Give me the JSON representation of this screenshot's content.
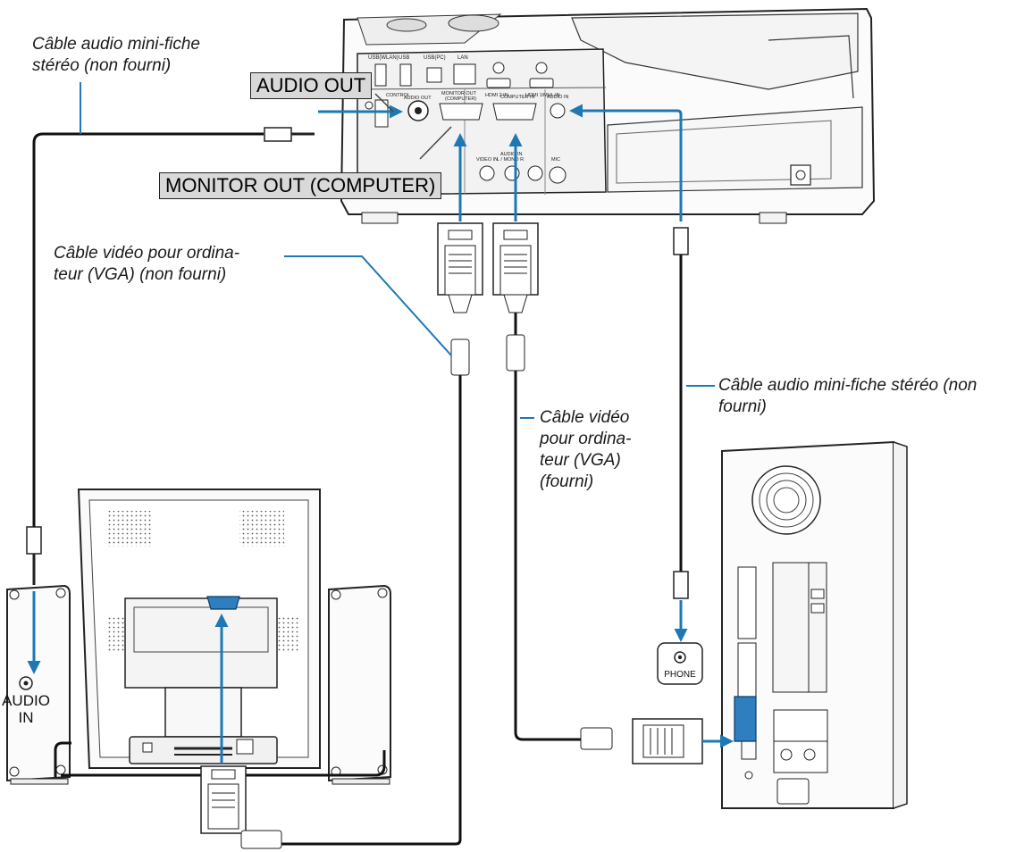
{
  "tags": {
    "audio_out": "AUDIO OUT",
    "monitor_out": "MONITOR OUT (COMPUTER)"
  },
  "callouts": {
    "audio_cable_left": [
      "Câble audio mini-fiche",
      "stéréo (non fourni)"
    ],
    "vga_cable_left": [
      "Câble vidéo pour ordina-",
      "teur (VGA) (non fourni)"
    ],
    "audio_cable_right": [
      "Câble audio mini-fiche stéréo (non",
      "fourni)"
    ],
    "vga_cable_center": [
      "Câble vidéo",
      "pour ordina-",
      "teur (VGA)",
      "(fourni)"
    ]
  },
  "projector_ports": {
    "usb_wlan": "USB(WLAN)",
    "usb": "USB",
    "usb_pc": "USB(PC)",
    "lan": "LAN",
    "hdmi2": "HDMI 2 IN",
    "hdmi1": "HDMI 1/MHL IN",
    "control": "CONTROL",
    "audio_out": "AUDIO OUT",
    "monitor_out_1": "MONITOR OUT",
    "monitor_out_2": "(COMPUTER)",
    "computer_in": "COMPUTER IN",
    "audio_in": "AUDIO IN",
    "audio_in_2": "AUDIO IN",
    "l_mono_r": "L / MONO  R",
    "video_in": "VIDEO IN",
    "mic": "MIC"
  },
  "speaker": {
    "port_label_1": "AUDIO",
    "port_label_2": "IN"
  },
  "pc": {
    "phone_label": "PHONE"
  },
  "colors": {
    "arrow": "#1e78b4",
    "cable": "#111111"
  }
}
